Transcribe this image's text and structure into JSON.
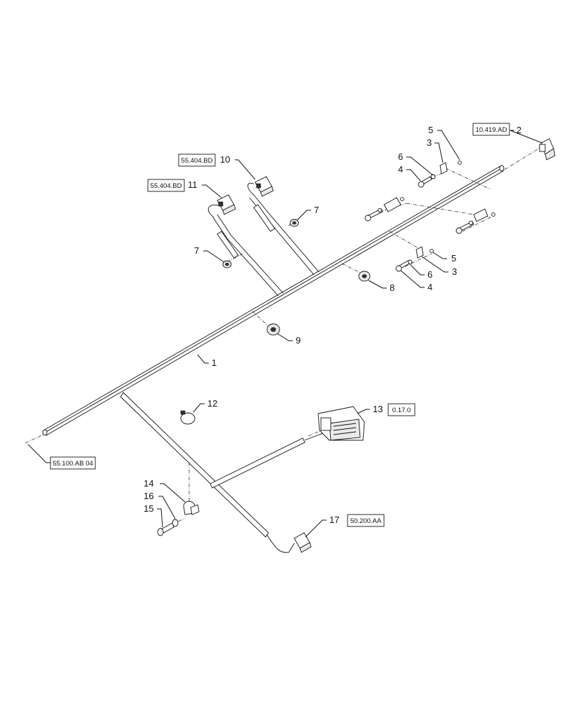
{
  "parts": {
    "p1": "1",
    "p2": "2",
    "p3a": "3",
    "p3b": "3",
    "p4a": "4",
    "p4b": "4",
    "p5a": "5",
    "p5b": "5",
    "p6a": "6",
    "p6b": "6",
    "p7a": "7",
    "p7b": "7",
    "p8": "8",
    "p9": "9",
    "p10": "10",
    "p11": "11",
    "p12": "12",
    "p13": "13",
    "p14": "14",
    "p15": "15",
    "p16": "16",
    "p17": "17"
  },
  "refs": {
    "r_10419AD": "10.419.AD",
    "r_55404BD_a": "55.404.BD",
    "r_55404BD_b": "55.404.BD",
    "r_0170": "0.17.0",
    "r_55100AB04": "55.100.AB 04",
    "r_50200AA": "50.200.AA"
  }
}
